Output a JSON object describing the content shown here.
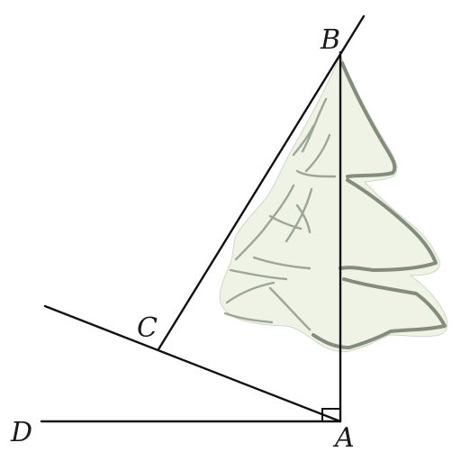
{
  "labels": {
    "A": "A",
    "B": "B",
    "C": "C",
    "D": "D"
  },
  "colors": {
    "line": "#111111",
    "tree_fill": "#eef3e6",
    "tree_branch": "#5d6b57"
  }
}
